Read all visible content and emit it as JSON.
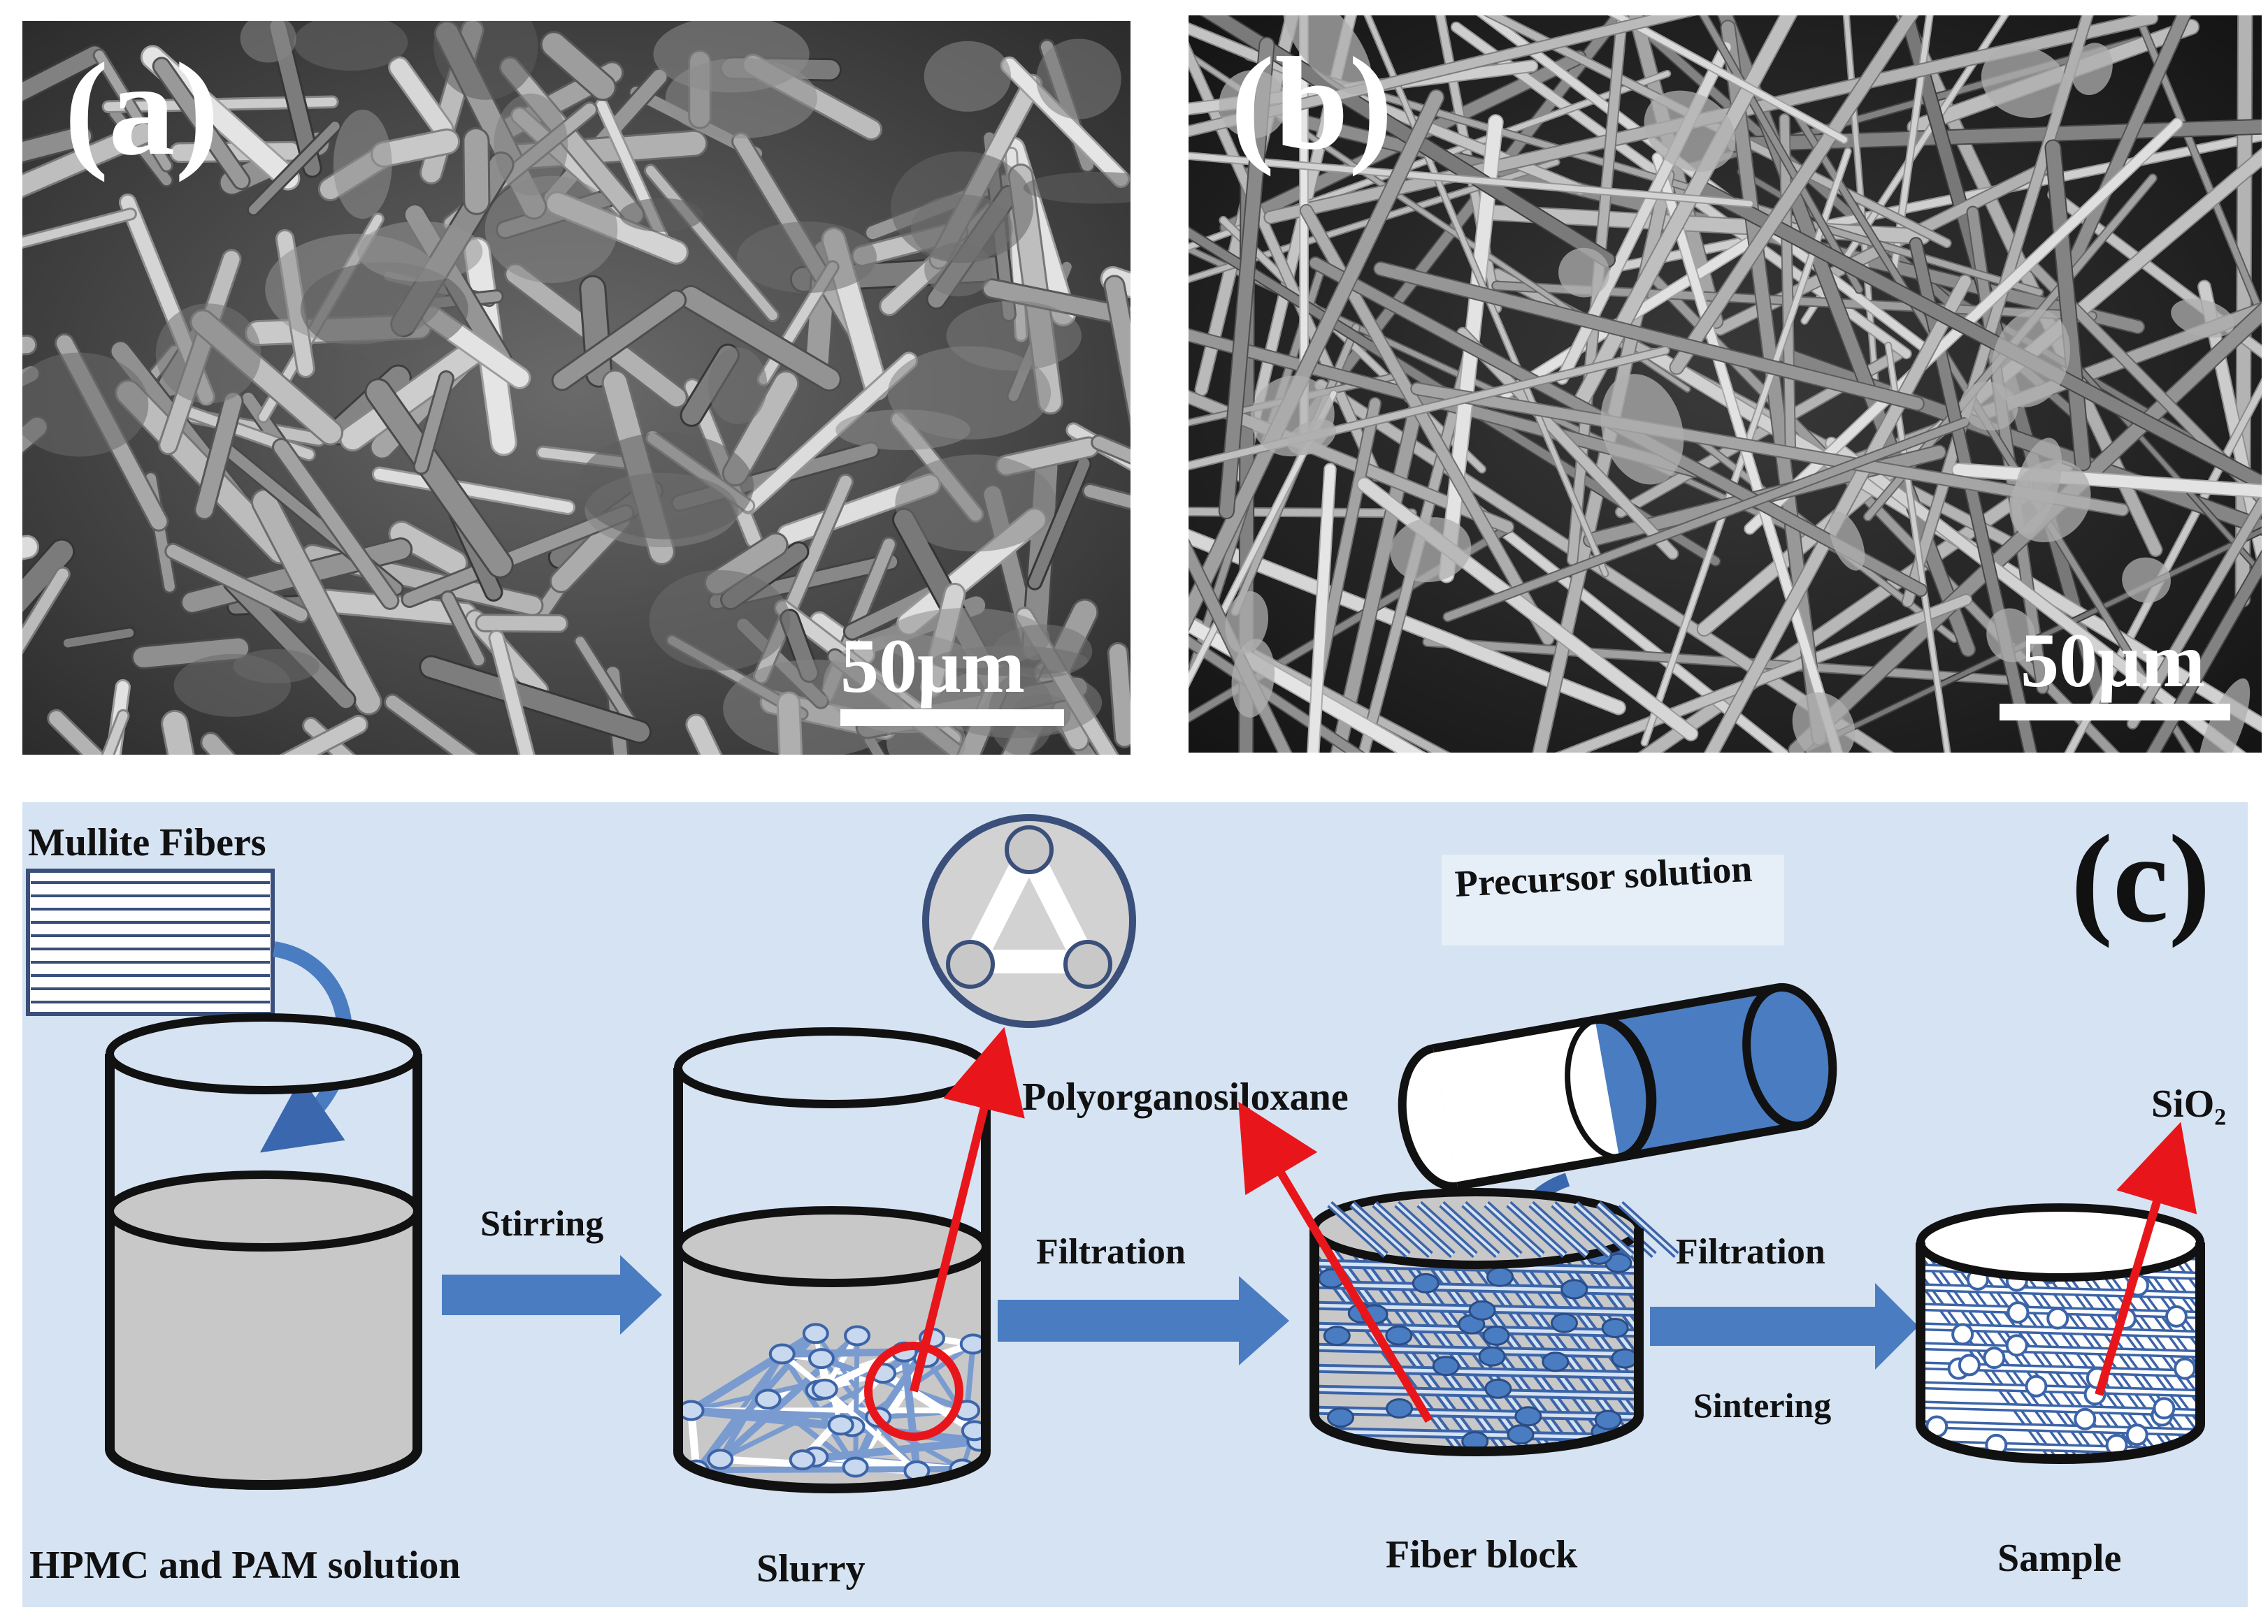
{
  "panel_a": {
    "label": "(a)",
    "scale_bar": "50μm"
  },
  "panel_b": {
    "label": "(b)",
    "scale_bar": "50μm"
  },
  "panel_c": {
    "label": "(c)",
    "labels": {
      "mullite_fibers": "Mullite Fibers",
      "hpmc_pam": "HPMC and PAM solution",
      "stirring": "Stirring",
      "slurry": "Slurry",
      "filtration_1": "Filtration",
      "polyorganosiloxane": "Polyorganosiloxane",
      "precursor_solution": "Precursor solution",
      "fiber_block": "Fiber block",
      "filtration_2": "Filtration",
      "sintering": "Sintering",
      "sample": "Sample",
      "sio2": "SiO₂"
    }
  },
  "colors": {
    "diagram_background": "#d6e3f3",
    "arrow_blue": "#4a7cc2",
    "fiber_blue": "#3c64a8",
    "red": "#e8161b",
    "liquid_gray": "#c8c8c8"
  }
}
